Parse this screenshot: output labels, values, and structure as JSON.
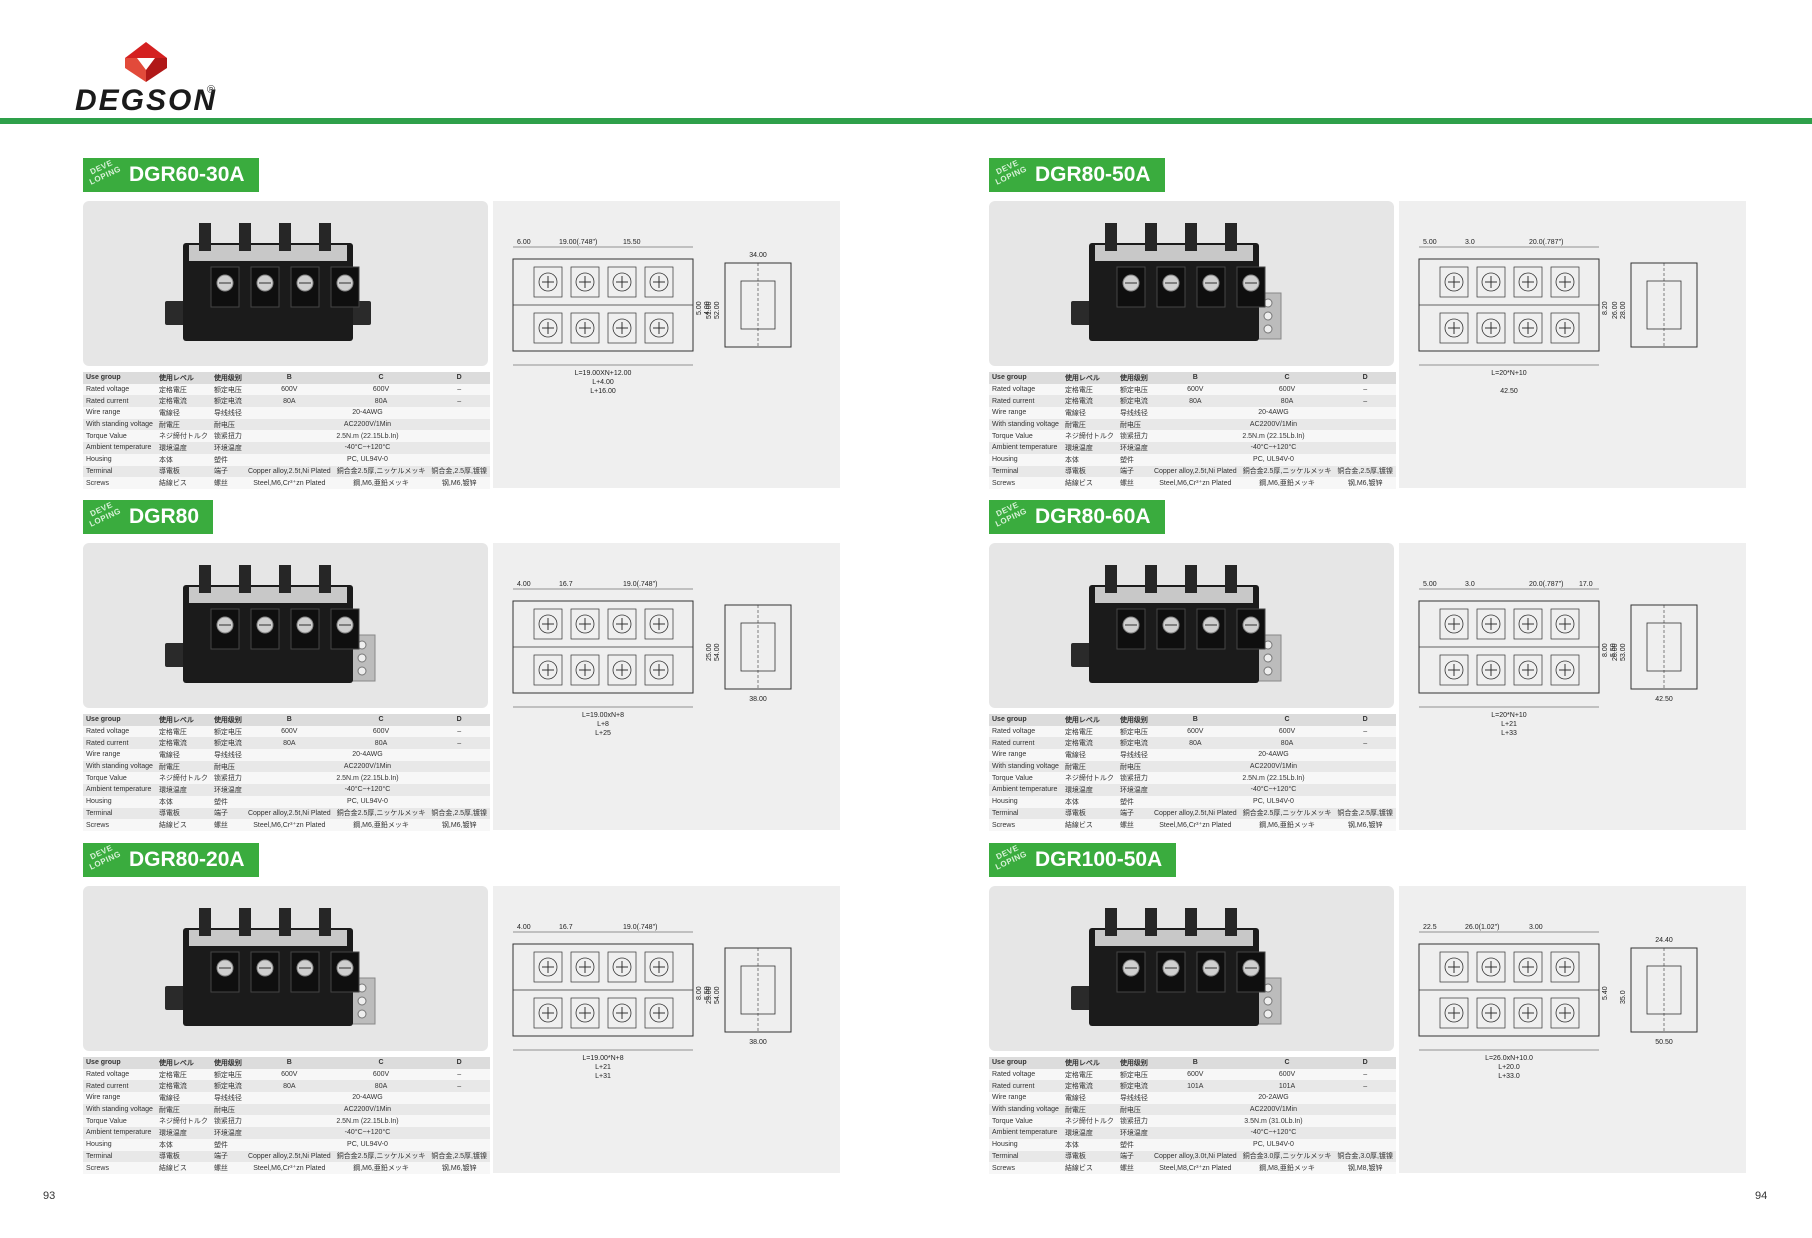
{
  "brand": {
    "name": "DEGSON",
    "reg": "®",
    "accent": "#2ea04a",
    "mark_color": "#d42020"
  },
  "badge": "DEVE LOPING",
  "row_labels": [
    {
      "en": "Use group",
      "jp": "使用レベル",
      "cn": "使用级别"
    },
    {
      "en": "Rated voltage",
      "jp": "定格電圧",
      "cn": "额定电压"
    },
    {
      "en": "Rated current",
      "jp": "定格電流",
      "cn": "额定电流"
    },
    {
      "en": "Wire range",
      "jp": "電線径",
      "cn": "导线线径"
    },
    {
      "en": "With standing voltage",
      "jp": "耐電圧",
      "cn": "耐电压"
    },
    {
      "en": "Torque Value",
      "jp": "ネジ締付トルク",
      "cn": "锁紧扭力"
    },
    {
      "en": "Ambient temperature",
      "jp": "環境温度",
      "cn": "环境温度"
    },
    {
      "en": "Housing",
      "jp": "本体",
      "cn": "塑件"
    },
    {
      "en": "Terminal",
      "jp": "導電板",
      "cn": "端子"
    },
    {
      "en": "Screws",
      "jp": "結線ビス",
      "cn": "螺丝"
    }
  ],
  "products": [
    {
      "title": "DGR60-30A",
      "spec": {
        "group": [
          "B",
          "C",
          "D"
        ],
        "voltage": [
          "600V",
          "600V",
          "–"
        ],
        "current": [
          "80A",
          "80A",
          "–"
        ],
        "wire": "20-4AWG",
        "withstand": "AC2200V/1Min",
        "torque": "2.5N.m (22.15Lb.In)",
        "temp": "-40°C~+120°C",
        "housing": "PC, UL94V-0",
        "terminal": [
          "Copper alloy,2.5t,Ni Plated",
          "銅合金2.5厚,ニッケルメッキ",
          "铜合金,2.5厚,镀镍"
        ],
        "screws": [
          "Steel,M6,Cr³⁺zn Plated",
          "鋼,M6,亜鉛メッキ",
          "钢,M6,镀锌"
        ]
      },
      "dims": {
        "top": [
          "6.00",
          "19.00(.748\")",
          "15.50"
        ],
        "side_top": "34.00",
        "side": [
          "52.00",
          "51.00"
        ],
        "small": [
          "5.00",
          "4.00"
        ],
        "bottom": [
          "L=19.00XN+12.00",
          "L+4.00",
          "L+16.00"
        ]
      }
    },
    {
      "title": "DGR80-50A",
      "spec": {
        "group": [
          "B",
          "C",
          "D"
        ],
        "voltage": [
          "600V",
          "600V",
          "–"
        ],
        "current": [
          "80A",
          "80A",
          "–"
        ],
        "wire": "20-4AWG",
        "withstand": "AC2200V/1Min",
        "torque": "2.5N.m (22.15Lb.In)",
        "temp": "-40°C~+120°C",
        "housing": "PC, UL94V-0",
        "terminal": [
          "Copper alloy,2.5t,Ni Plated",
          "銅合金2.5厚,ニッケルメッキ",
          "铜合金,2.5厚,镀镍"
        ],
        "screws": [
          "Steel,M6,Cr³⁺zn Plated",
          "鋼,M6,亜鉛メッキ",
          "钢,M6,镀锌"
        ]
      },
      "dims": {
        "top": [
          "5.00",
          "3.0",
          "20.0(.787\")"
        ],
        "side_top": "",
        "side": [
          "28.00",
          "26.00"
        ],
        "small": [
          "8.20",
          ""
        ],
        "bottom": [
          "L=20*N+10",
          "",
          "42.50"
        ]
      }
    },
    {
      "title": "DGR80",
      "spec": {
        "group": [
          "B",
          "C",
          "D"
        ],
        "voltage": [
          "600V",
          "600V",
          "–"
        ],
        "current": [
          "80A",
          "80A",
          "–"
        ],
        "wire": "20-4AWG",
        "withstand": "AC2200V/1Min",
        "torque": "2.5N.m (22.15Lb.In)",
        "temp": "-40°C~+120°C",
        "housing": "PC, UL94V-0",
        "terminal": [
          "Copper alloy,2.5t,Ni Plated",
          "銅合金2.5厚,ニッケルメッキ",
          "铜合金,2.5厚,镀镍"
        ],
        "screws": [
          "Steel,M6,Cr³⁺zn Plated",
          "鋼,M6,亜鉛メッキ",
          "钢,M6,镀锌"
        ]
      },
      "dims": {
        "top": [
          "4.00",
          "16.7",
          "19.0(.748\")"
        ],
        "side_top": "",
        "side": [
          "54.00",
          "25.00"
        ],
        "small": [
          "",
          ""
        ],
        "bottom": [
          "L=19.00xN+8",
          "L+8",
          "L+25"
        ],
        "side_bottom": "38.00"
      }
    },
    {
      "title": "DGR80-60A",
      "spec": {
        "group": [
          "B",
          "C",
          "D"
        ],
        "voltage": [
          "600V",
          "600V",
          "–"
        ],
        "current": [
          "80A",
          "80A",
          "–"
        ],
        "wire": "20-4AWG",
        "withstand": "AC2200V/1Min",
        "torque": "2.5N.m (22.15Lb.In)",
        "temp": "-40°C~+120°C",
        "housing": "PC, UL94V-0",
        "terminal": [
          "Copper alloy,2.5t,Ni Plated",
          "銅合金2.5厚,ニッケルメッキ",
          "铜合金,2.5厚,镀镍"
        ],
        "screws": [
          "Steel,M6,Cr³⁺zn Plated",
          "鋼,M6,亜鉛メッキ",
          "钢,M6,镀锌"
        ]
      },
      "dims": {
        "top": [
          "5.00",
          "3.0",
          "20.0(.787\")",
          "17.0"
        ],
        "side_top": "",
        "side": [
          "53.00",
          "26.00"
        ],
        "small": [
          "8.00",
          "5.50"
        ],
        "bottom": [
          "L=20*N+10",
          "L+21",
          "L+33"
        ],
        "side_bottom": "42.50"
      }
    },
    {
      "title": "DGR80-20A",
      "spec": {
        "group": [
          "B",
          "C",
          "D"
        ],
        "voltage": [
          "600V",
          "600V",
          "–"
        ],
        "current": [
          "80A",
          "80A",
          "–"
        ],
        "wire": "20-4AWG",
        "withstand": "AC2200V/1Min",
        "torque": "2.5N.m (22.15Lb.In)",
        "temp": "-40°C~+120°C",
        "housing": "PC, UL94V-0",
        "terminal": [
          "Copper alloy,2.5t,Ni Plated",
          "銅合金2.5厚,ニッケルメッキ",
          "铜合金,2.5厚,镀镍"
        ],
        "screws": [
          "Steel,M6,Cr³⁺zn Plated",
          "鋼,M6,亜鉛メッキ",
          "钢,M6,镀锌"
        ]
      },
      "dims": {
        "top": [
          "4.00",
          "16.7",
          "19.0(.748\")"
        ],
        "side_top": "",
        "side": [
          "54.00",
          "25.00"
        ],
        "small": [
          "8.00",
          "5.50"
        ],
        "bottom": [
          "L=19.00*N+8",
          "L+21",
          "L+31"
        ],
        "side_bottom": "38.00"
      }
    },
    {
      "title": "DGR100-50A",
      "spec": {
        "group": [
          "B",
          "C",
          "D"
        ],
        "voltage": [
          "600V",
          "600V",
          "–"
        ],
        "current": [
          "101A",
          "101A",
          "–"
        ],
        "wire": "20-2AWG",
        "withstand": "AC2200V/1Min",
        "torque": "3.5N.m (31.0Lb.In)",
        "temp": "-40°C~+120°C",
        "housing": "PC, UL94V-0",
        "terminal": [
          "Copper alloy,3.0t,Ni Plated",
          "銅合金3.0厚,ニッケルメッキ",
          "铜合金,3.0厚,镀镍"
        ],
        "screws": [
          "Steel,M8,Cr³⁺zn Plated",
          "鋼,M8,亜鉛メッキ",
          "钢,M8,镀锌"
        ]
      },
      "dims": {
        "top": [
          "22.5",
          "26.0(1.02\")",
          "3.00"
        ],
        "side_top": "24.40",
        "side": [
          "35.0",
          ""
        ],
        "small": [
          "5.40",
          ""
        ],
        "bottom": [
          "L=26.0xN+10.0",
          "L+20.0",
          "L+33.0"
        ],
        "side_bottom": "50.50"
      }
    }
  ],
  "pages": {
    "left": "93",
    "right": "94"
  }
}
